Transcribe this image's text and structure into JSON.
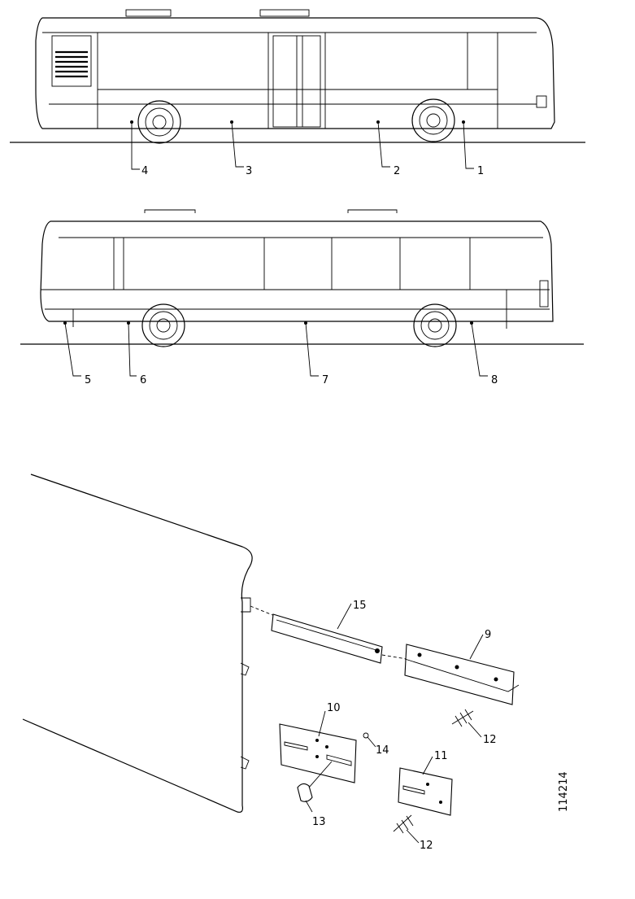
{
  "callouts": {
    "c1": "1",
    "c2": "2",
    "c3": "3",
    "c4": "4",
    "c5": "5",
    "c6": "6",
    "c7": "7",
    "c8": "8",
    "c9": "9",
    "c10": "10",
    "c11": "11",
    "c12a": "12",
    "c12b": "12",
    "c13": "13",
    "c14": "14",
    "c15": "15"
  },
  "figure_number": "114214"
}
